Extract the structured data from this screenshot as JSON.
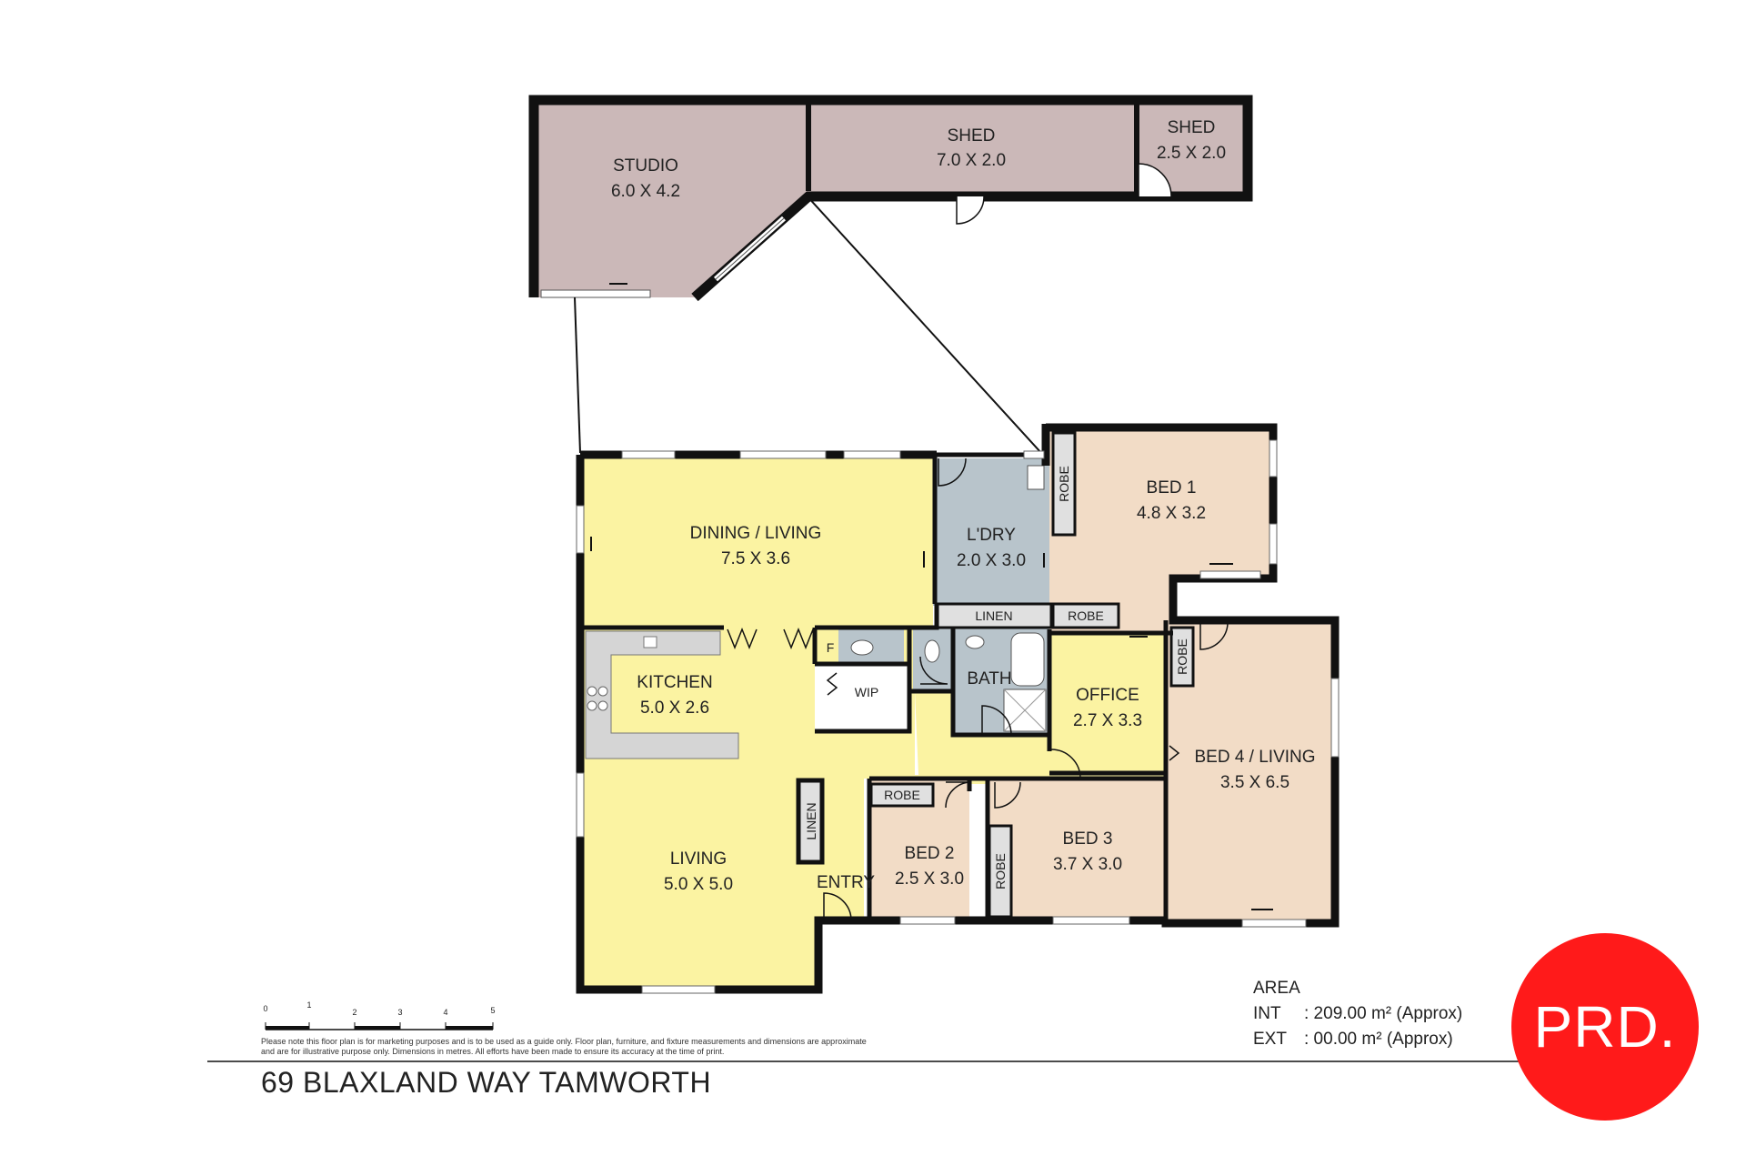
{
  "address": "69 BLAXLAND WAY TAMWORTH",
  "area": {
    "heading": "AREA",
    "int_key": "INT",
    "int_value": ": 209.00 m² (Approx)",
    "ext_key": "EXT",
    "ext_value": ": 00.00 m² (Approx)"
  },
  "disclaimer": "Please note this floor plan is for marketing purposes and is to be used as a guide only. Floor plan, furniture, and fixture measurements and dimensions are approximate and are for illustrative purpose only. Dimensions in metres. All efforts have been made to ensure its accuracy at the time of print.",
  "logo": "PRD.",
  "scale_ticks": [
    "0",
    "1",
    "2",
    "3",
    "4",
    "5"
  ],
  "rooms": {
    "studio": {
      "name": "STUDIO",
      "dims": "6.0 X 4.2"
    },
    "shed1": {
      "name": "SHED",
      "dims": "7.0 X 2.0"
    },
    "shed2": {
      "name": "SHED",
      "dims": "2.5 X 2.0"
    },
    "dining": {
      "name": "DINING / LIVING",
      "dims": "7.5 X 3.6"
    },
    "laundry": {
      "name": "L'DRY",
      "dims": "2.0 X 3.0"
    },
    "bed1": {
      "name": "BED 1",
      "dims": "4.8 X 3.2"
    },
    "kitchen": {
      "name": "KITCHEN",
      "dims": "5.0 X 2.6"
    },
    "office": {
      "name": "OFFICE",
      "dims": "2.7 X 3.3"
    },
    "bed4": {
      "name": "BED 4 / LIVING",
      "dims": "3.5 X 6.5"
    },
    "living": {
      "name": "LIVING",
      "dims": "5.0 X 5.0"
    },
    "bed2": {
      "name": "BED 2",
      "dims": "2.5 X 3.0"
    },
    "bed3": {
      "name": "BED 3",
      "dims": "3.7 X 3.0"
    }
  },
  "small_labels": {
    "bath": "BATH",
    "wip": "WIP",
    "pantry": "F",
    "entry": "ENTRY",
    "linen_h": "LINEN",
    "linen_v": "LINEN",
    "robe_bed1_side": "ROBE",
    "robe_bed1_bottom": "ROBE",
    "robe_bed4": "ROBE",
    "robe_bed2": "ROBE",
    "robe_bed3": "ROBE"
  },
  "colors": {
    "living_yellow": "#fbf3a2",
    "bed_peach": "#f2dcc6",
    "wet_blue": "#b8c4cb",
    "outbuilding": "#cbb8b8",
    "kitchen_bench": "#d5d5d5",
    "wall": "#111111",
    "logo_red": "#ff1a1a"
  }
}
